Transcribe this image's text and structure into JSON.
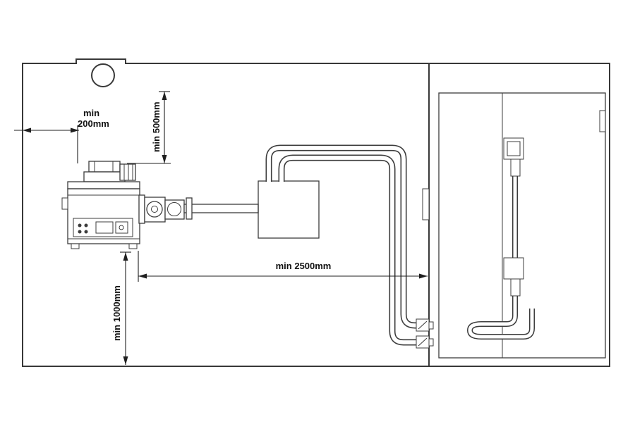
{
  "diagram": {
    "background": "#ffffff",
    "line_color": "#3c3c3c",
    "text_color": "#111111",
    "labels": {
      "left_clearance_line1": "min",
      "left_clearance_line2": "200mm",
      "top_clearance": "min 500mm",
      "front_clearance": "min 1000mm",
      "side_clearance": "min 2500mm"
    }
  }
}
